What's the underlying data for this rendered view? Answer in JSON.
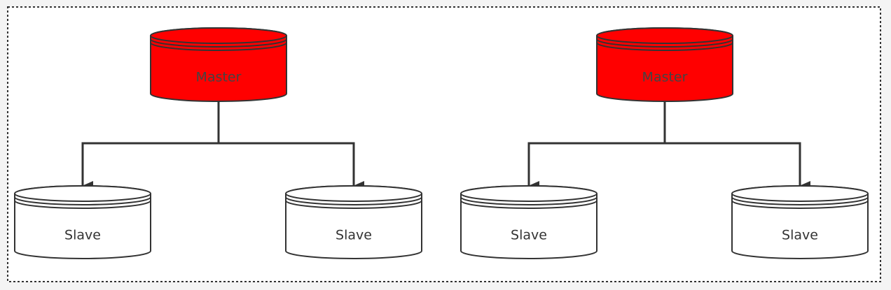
{
  "diagram": {
    "colors": {
      "master_fill": "#ff0000",
      "slave_fill": "#ffffff",
      "stroke": "#333333",
      "frame": "#333333",
      "master_text": "#444444",
      "slave_text": "#333333"
    },
    "groups": [
      {
        "master": {
          "label": "Master"
        },
        "slaves": [
          {
            "label": "Slave"
          },
          {
            "label": "Slave"
          }
        ]
      },
      {
        "master": {
          "label": "Master"
        },
        "slaves": [
          {
            "label": "Slave"
          },
          {
            "label": "Slave"
          }
        ]
      }
    ]
  }
}
